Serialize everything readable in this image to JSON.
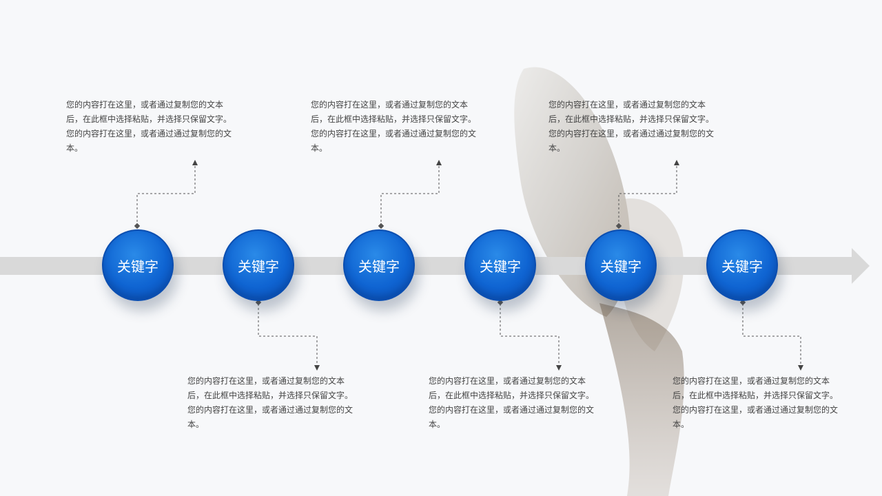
{
  "nodes": [
    {
      "label": "关键字"
    },
    {
      "label": "关键字"
    },
    {
      "label": "关键字"
    },
    {
      "label": "关键字"
    },
    {
      "label": "关键字"
    },
    {
      "label": "关键字"
    }
  ],
  "descriptions": [
    {
      "text": "您的内容打在这里，或者通过复制您的文本后，在此框中选择粘贴，并选择只保留文字。您的内容打在这里，或者通过通过复制您的文本。"
    },
    {
      "text": "您的内容打在这里，或者通过复制您的文本后，在此框中选择粘贴，并选择只保留文字。您的内容打在这里，或者通过通过复制您的文本。"
    },
    {
      "text": "您的内容打在这里，或者通过复制您的文本后，在此框中选择粘贴，并选择只保留文字。您的内容打在这里，或者通过通过复制您的文本。"
    },
    {
      "text": "您的内容打在这里，或者通过复制您的文本后，在此框中选择粘贴，并选择只保留文字。您的内容打在这里，或者通过通过复制您的文本。"
    },
    {
      "text": "您的内容打在这里，或者通过复制您的文本后，在此框中选择粘贴，并选择只保留文字。您的内容打在这里，或者通过通过复制您的文本。"
    },
    {
      "text": "您的内容打在这里，或者通过复制您的文本后，在此框中选择粘贴，并选择只保留文字。您的内容打在这里，或者通过通过复制您的文本。"
    }
  ],
  "colors": {
    "node_blue": "#0f64d2",
    "arrow_gray": "#d9d9d9",
    "connector": "#555555",
    "text": "#444444"
  }
}
